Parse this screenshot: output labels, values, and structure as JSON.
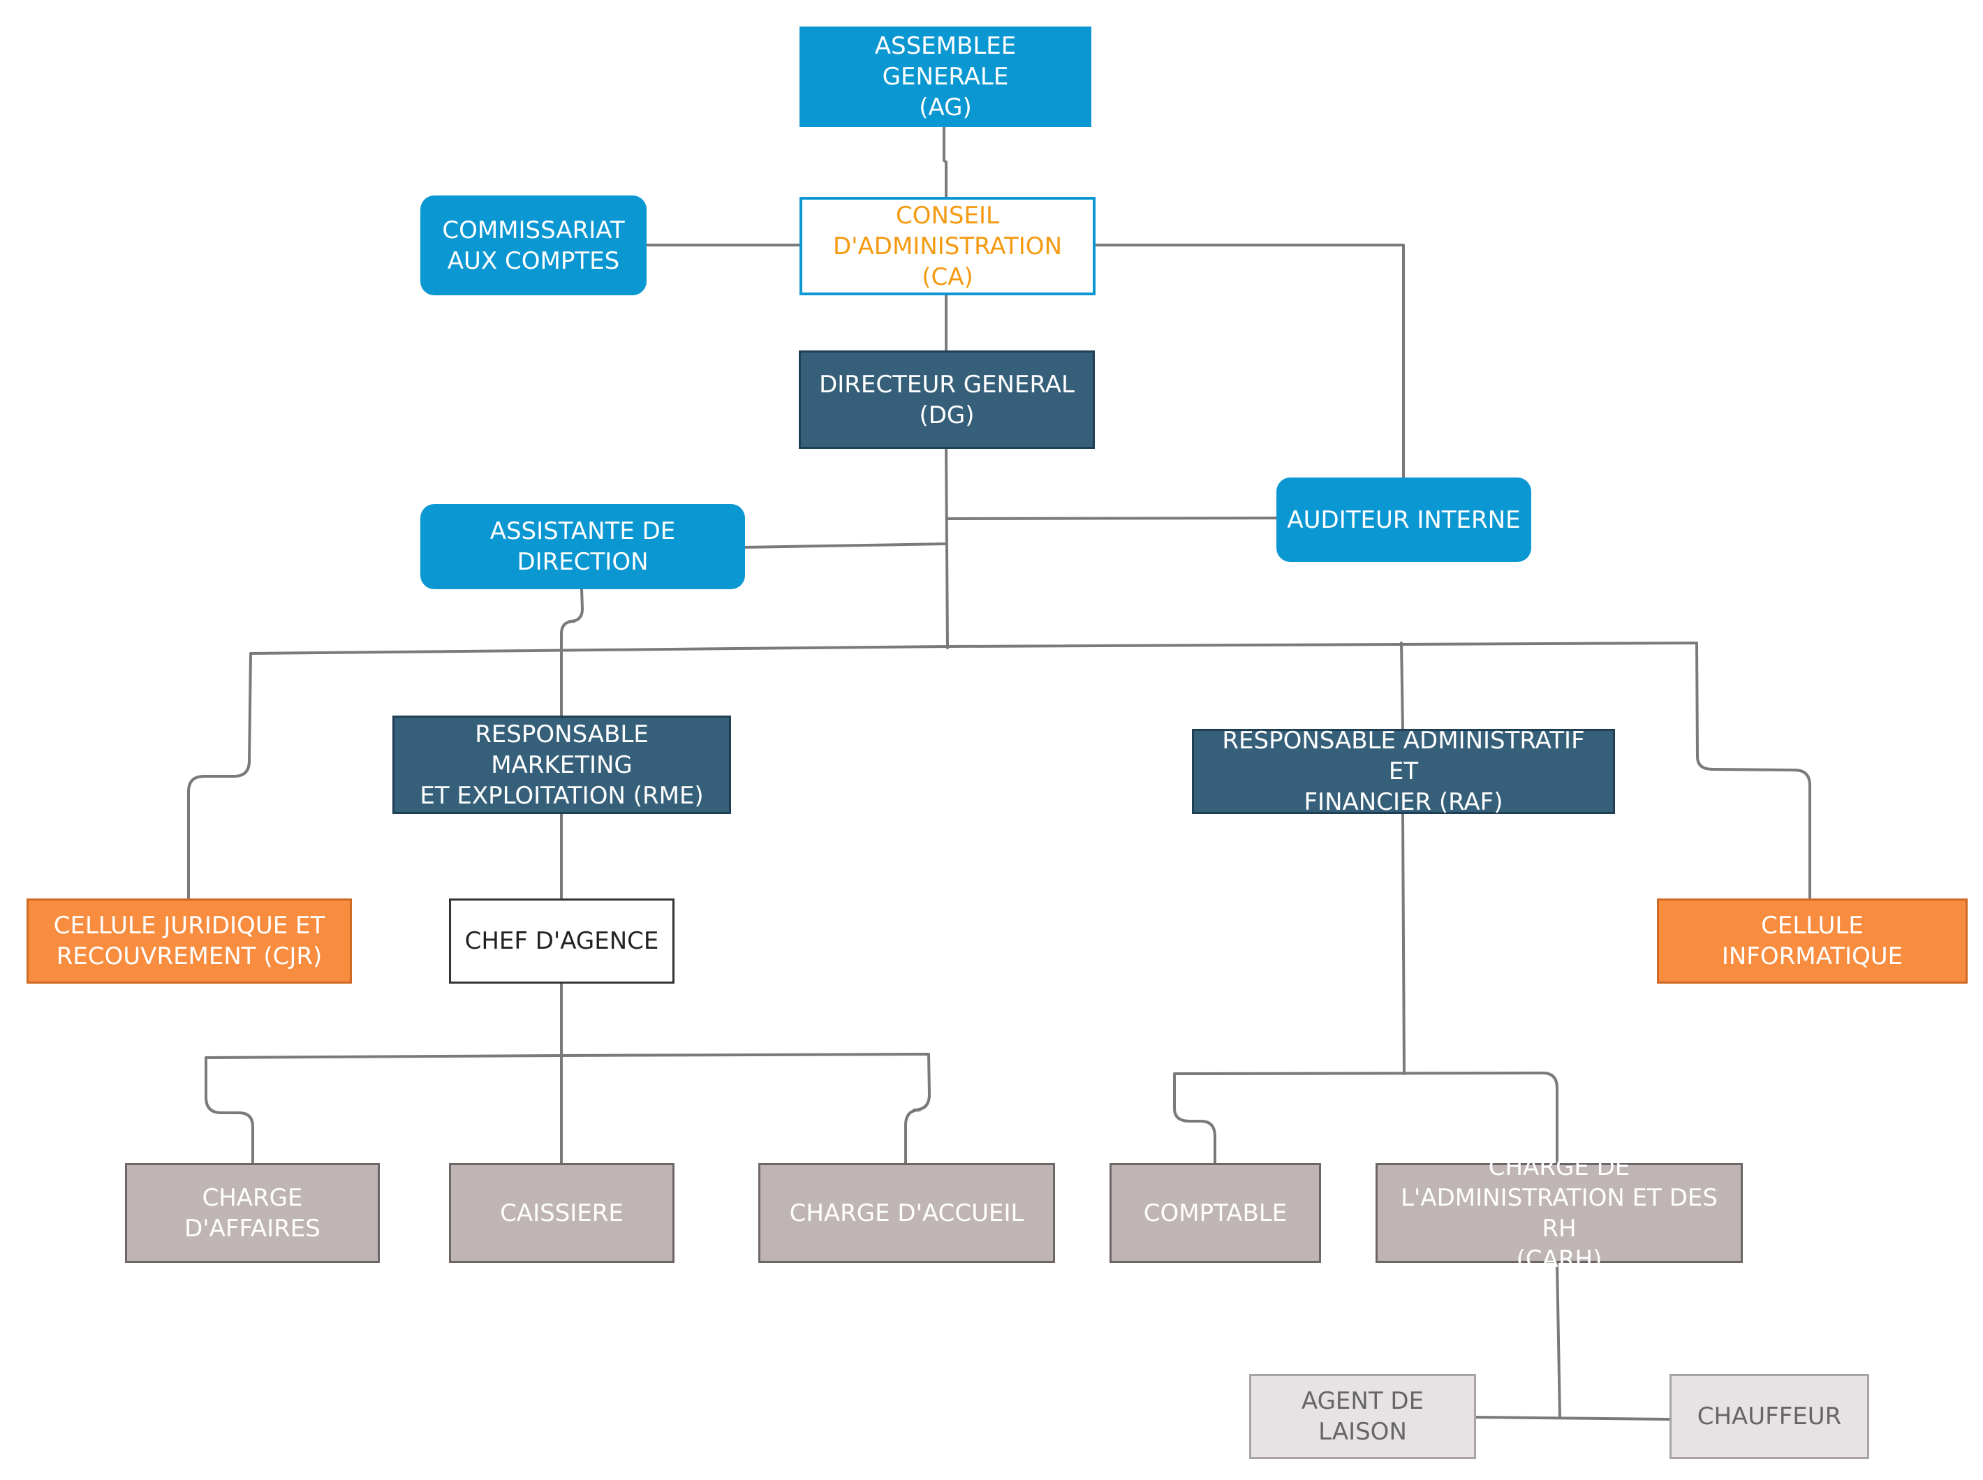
{
  "colors": {
    "blue": "#0b97d1",
    "orange_text": "#f39a11",
    "navy": "#36607a",
    "orange": "#f88c3f",
    "grey": "#bfb5b4",
    "light_grey": "#e7e2e3",
    "connector": "#7a7a7a"
  },
  "nodes": {
    "ag": "ASSEMBLEE GENERALE\n(AG)",
    "ca": "CONSEIL\nD'ADMINISTRATION (CA)",
    "commissariat": "COMMISSARIAT\nAUX COMPTES",
    "dg": "DIRECTEUR GENERAL\n(DG)",
    "auditeur": "AUDITEUR INTERNE",
    "assistante": "ASSISTANTE DE DIRECTION",
    "rme": "RESPONSABLE MARKETING\nET EXPLOITATION (RME)",
    "raf": "RESPONSABLE ADMINISTRATIF ET\nFINANCIER (RAF)",
    "cjr": "CELLULE JURIDIQUE ET\nRECOUVREMENT (CJR)",
    "chef_agence": "CHEF D'AGENCE",
    "informatique": "CELLULE INFORMATIQUE",
    "charge_affaires": "CHARGE D'AFFAIRES",
    "caissiere": "CAISSIERE",
    "charge_accueil": "CHARGE D'ACCUEIL",
    "comptable": "COMPTABLE",
    "carh": "CHARGE DE\nL'ADMINISTRATION ET DES RH\n(CARH)",
    "agent_laison": "AGENT DE LAISON",
    "chauffeur": "CHAUFFEUR"
  }
}
